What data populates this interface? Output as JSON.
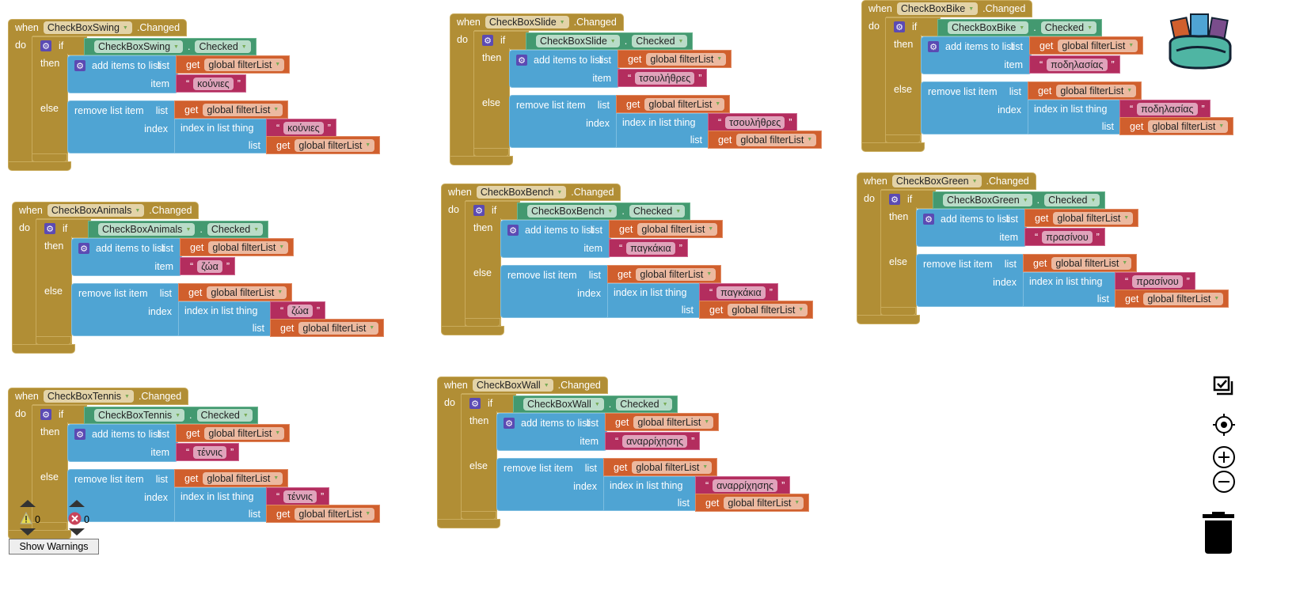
{
  "labels": {
    "when": "when",
    "do": "do",
    "if": "if",
    "then": "then",
    "else": "else",
    "dot": ".",
    "add": "add items to list",
    "list": "list",
    "item": "item",
    "remove": "remove list item",
    "index": "index",
    "index_in_list": "index in list  thing",
    "get": "get",
    "lq": "“",
    "rq": "”"
  },
  "blocks": [
    {
      "component": "CheckBoxSwing",
      "event": ".Changed",
      "property": "Checked",
      "variable": "global filterList",
      "text": "κούνιες"
    },
    {
      "component": "CheckBoxAnimals",
      "event": ".Changed",
      "property": "Checked",
      "variable": "global filterList",
      "text": "ζώα"
    },
    {
      "component": "CheckBoxTennis",
      "event": ".Changed",
      "property": "Checked",
      "variable": "global filterList",
      "text": "τέννις"
    },
    {
      "component": "CheckBoxSlide",
      "event": ".Changed",
      "property": "Checked",
      "variable": "global filterList",
      "text": "τσουλήθρες"
    },
    {
      "component": "CheckBoxBench",
      "event": ".Changed",
      "property": "Checked",
      "variable": "global filterList",
      "text": "παγκάκια"
    },
    {
      "component": "CheckBoxWall",
      "event": ".Changed",
      "property": "Checked",
      "variable": "global filterList",
      "text": "αναρρίχησης"
    },
    {
      "component": "CheckBoxBike",
      "event": ".Changed",
      "property": "Checked",
      "variable": "global filterList",
      "text": "ποδηλασίας"
    },
    {
      "component": "CheckBoxGreen",
      "event": ".Changed",
      "property": "Checked",
      "variable": "global filterList",
      "text": "πρασίνου"
    }
  ],
  "warnings": {
    "warning_count": "0",
    "error_count": "0",
    "show_warnings_label": "Show Warnings"
  }
}
